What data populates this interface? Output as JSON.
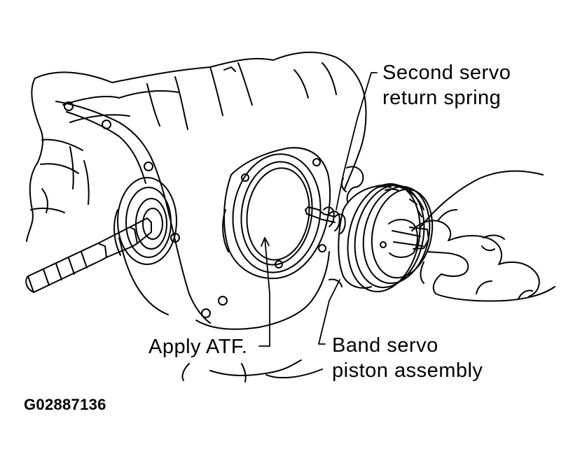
{
  "diagram": {
    "labels": {
      "second_servo_spring": [
        "Second servo",
        "return spring"
      ],
      "apply_atf": "Apply ATF.",
      "band_servo_piston": [
        "Band servo",
        "piston assembly"
      ]
    },
    "figure_id": "G02887136",
    "colors": {
      "ink": "#000000",
      "paper": "#ffffff"
    }
  }
}
